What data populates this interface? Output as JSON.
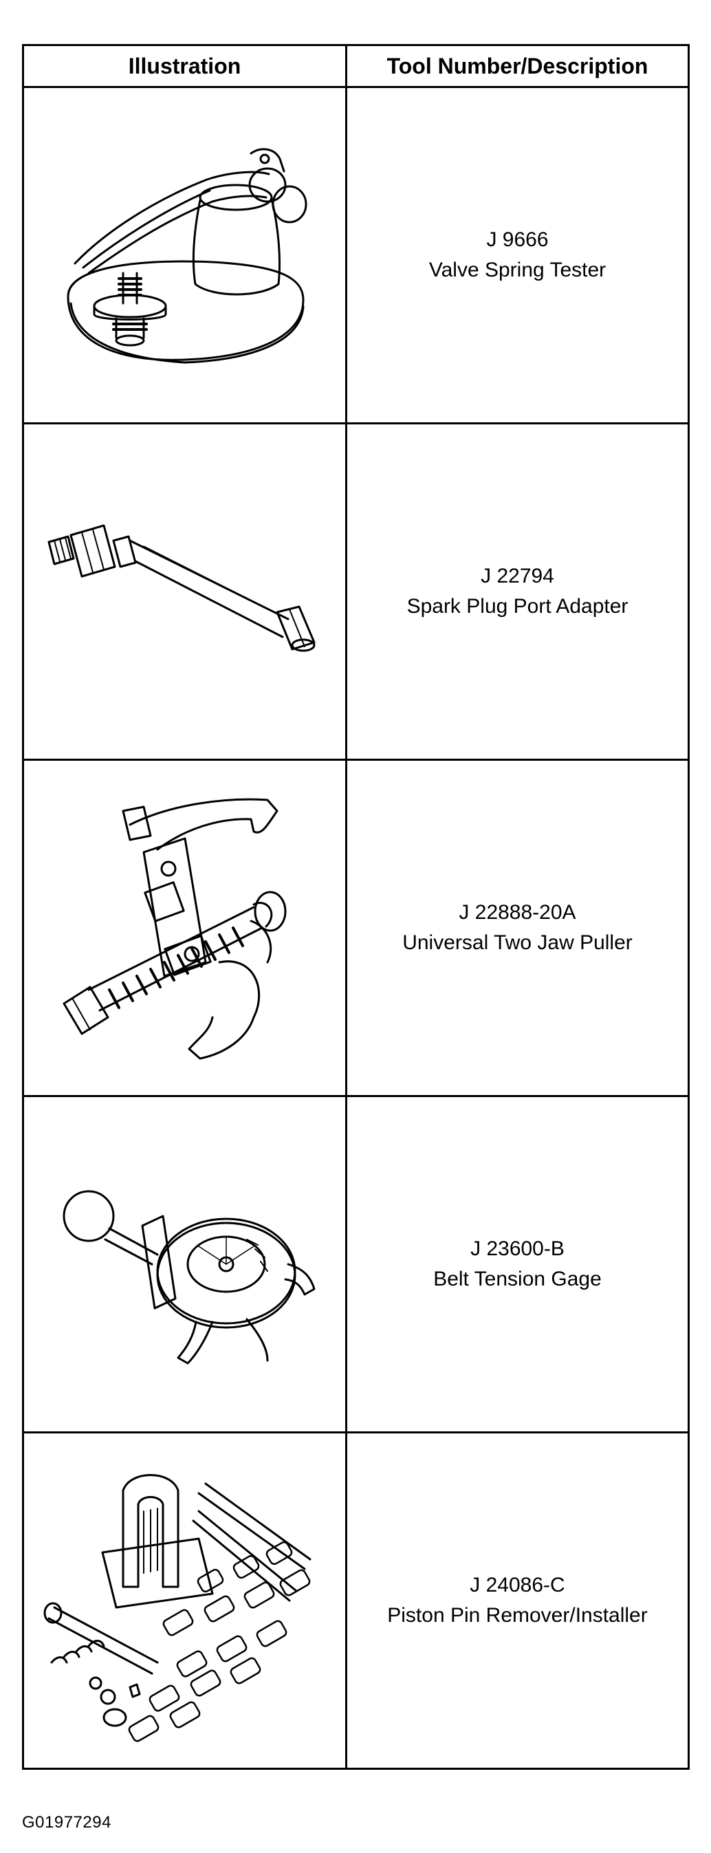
{
  "table": {
    "headers": {
      "illustration": "Illustration",
      "description": "Tool Number/Description"
    },
    "rows": [
      {
        "tool_number": "J 9666",
        "description": "Valve Spring Tester",
        "icon": "valve-spring-tester-icon"
      },
      {
        "tool_number": "J 22794",
        "description": "Spark Plug Port Adapter",
        "icon": "spark-plug-port-adapter-icon"
      },
      {
        "tool_number": "J 22888-20A",
        "description": "Universal Two Jaw Puller",
        "icon": "two-jaw-puller-icon"
      },
      {
        "tool_number": "J 23600-B",
        "description": "Belt Tension Gage",
        "icon": "belt-tension-gage-icon"
      },
      {
        "tool_number": "J 24086-C",
        "description": "Piston Pin Remover/Installer",
        "icon": "piston-pin-remover-installer-icon"
      }
    ]
  },
  "footer": {
    "figure_code": "G01977294"
  }
}
